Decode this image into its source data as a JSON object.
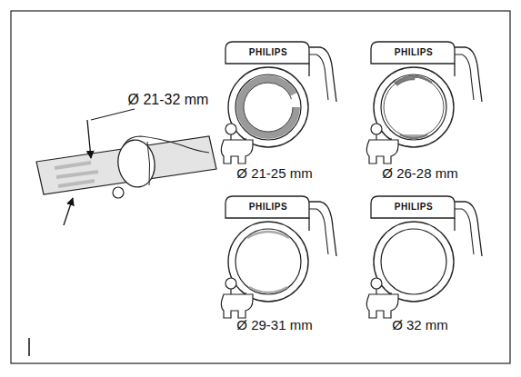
{
  "diagram": {
    "labels": [
      "Ø 21-32 mm",
      "PHILIPS",
      "Ø 21-25 mm",
      "PHILIPS",
      "Ø 26-28 mm",
      "PHILIPS",
      "Ø 29-31 mm",
      "PHILIPS",
      "Ø 32 mm"
    ]
  }
}
